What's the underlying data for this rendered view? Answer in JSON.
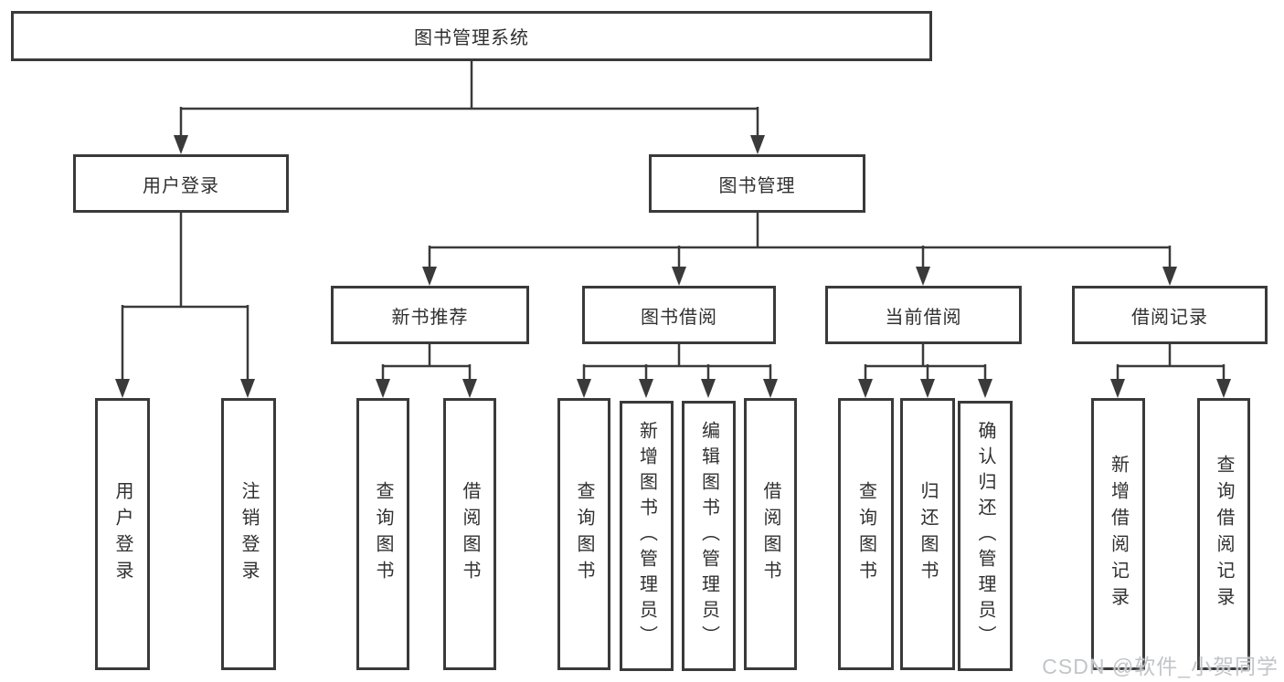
{
  "watermark": "CSDN @软件_小贺同学",
  "colors": {
    "line": "#3a3a3a",
    "box_border": "#3a3a3a",
    "box_bg": "#ffffff",
    "text": "#303030",
    "watermark": "#c2c5c7"
  },
  "tree": {
    "root": {
      "label": "图书管理系统"
    },
    "children": [
      {
        "label": "用户登录",
        "children": [
          {
            "label": "用户登录"
          },
          {
            "label": "注销登录"
          }
        ]
      },
      {
        "label": "图书管理",
        "children": [
          {
            "label": "新书推荐",
            "children": [
              {
                "label": "查询图书"
              },
              {
                "label": "借阅图书"
              }
            ]
          },
          {
            "label": "图书借阅",
            "children": [
              {
                "label": "查询图书"
              },
              {
                "label": "新增图书（管理员）"
              },
              {
                "label": "编辑图书（管理员）"
              },
              {
                "label": "借阅图书"
              }
            ]
          },
          {
            "label": "当前借阅",
            "children": [
              {
                "label": "查询图书"
              },
              {
                "label": "归还图书"
              },
              {
                "label": "确认归还（管理员）"
              }
            ]
          },
          {
            "label": "借阅记录",
            "children": [
              {
                "label": "新增借阅记录"
              },
              {
                "label": "查询借阅记录"
              }
            ]
          }
        ]
      }
    ]
  }
}
